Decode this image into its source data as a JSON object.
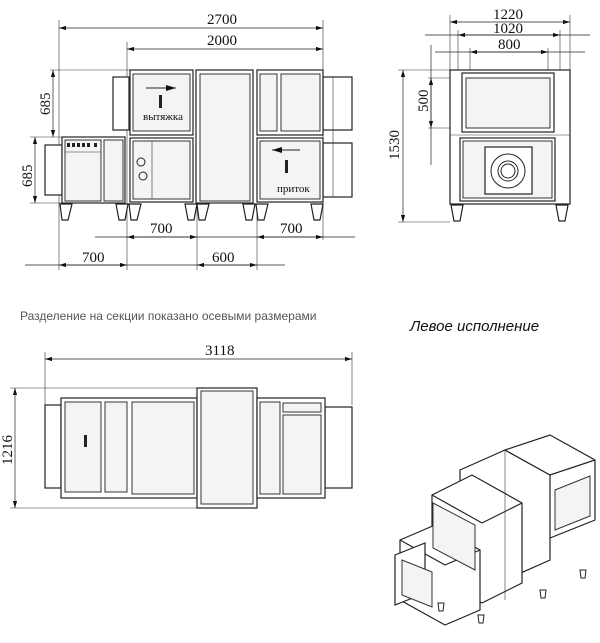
{
  "front_view": {
    "dims": {
      "overall_length": "2700",
      "body_length": "2000",
      "upper_height": "685",
      "lower_height": "685",
      "section_1": "700",
      "section_3": "700",
      "section_left": "700",
      "section_mid": "600"
    },
    "labels": {
      "exhaust": "вытяжка",
      "supply": "приток"
    }
  },
  "side_view": {
    "dims": {
      "width_overall": "1220",
      "width_body": "1020",
      "width_opening": "800",
      "opening_height": "500",
      "height": "1530"
    }
  },
  "top_view": {
    "dims": {
      "length": "3118",
      "width": "1216"
    }
  },
  "caption": "Разделение на секции показано осевыми размерами",
  "variant": "Левое исполнение"
}
